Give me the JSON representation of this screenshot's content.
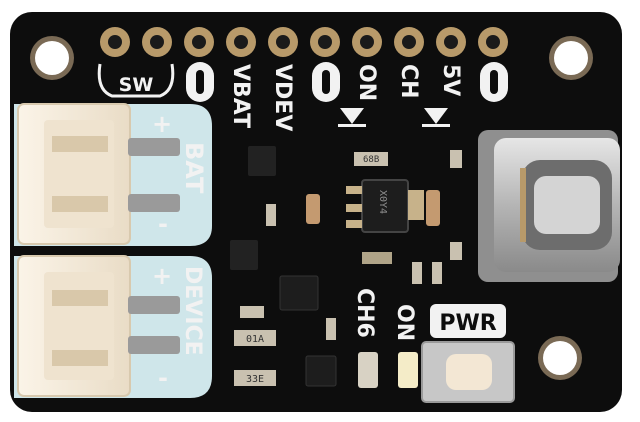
{
  "board": {
    "pcb_color": "#0d0d0d",
    "silkscreen_color": "#f2f2f2",
    "pad_color": "#b89a6a",
    "connector_color": "#f4e9d8",
    "usb_color": "#c9c9c9"
  },
  "header_labels": {
    "sw": "SW",
    "vbat": "VBAT",
    "vdev": "VDEV",
    "on": "ON",
    "ch": "CH",
    "v5": "5V"
  },
  "connector_labels": {
    "bat": "BAT",
    "device": "DEVICE",
    "plus": "+",
    "minus": "-"
  },
  "board_labels": {
    "ch6": "CH6",
    "on": "ON",
    "pwr": "PWR"
  },
  "chip_markings": {
    "u1": "X0Y4",
    "r1": "68B",
    "r2": "01A",
    "r3": "33E"
  }
}
